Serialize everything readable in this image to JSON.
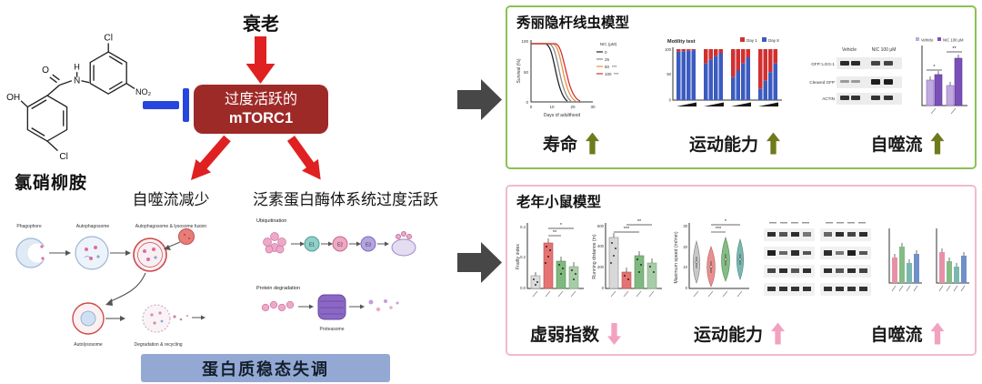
{
  "flow": {
    "aging": "衰老",
    "mtorc1_line1": "过度活跃的",
    "mtorc1_line2": "mTORC1",
    "compound": "氯硝柳胺",
    "branch_autophagy": "自噬流减少",
    "branch_ups": "泛素蛋白酶体系统过度活跃",
    "proteostasis": "蛋白质稳态失调"
  },
  "molecule": {
    "oh": "OH",
    "o": "O",
    "n": "N",
    "h": "H",
    "cl_left": "Cl",
    "cl_right": "Cl",
    "no2": "NO₂"
  },
  "autophagy": {
    "s1": "Phagophore",
    "s2": "Autophagosome",
    "s3": "Autophagosome & lysosome fusion",
    "s4": "Autolysosome",
    "s5": "Degradation & recycling"
  },
  "ups": {
    "title": "Ubiquitination",
    "e1": "E1",
    "e2": "E2",
    "e3": "E3",
    "degradation": "Protein degradation",
    "proteasome": "Proteasome"
  },
  "worm": {
    "title": "秀丽隐杆线虫模型",
    "survival": {
      "ylabel": "Survival (%)",
      "xlabel": "Days of adulthood",
      "yticks": [
        "100",
        "50",
        "0"
      ],
      "xticks": [
        "0",
        "10",
        "20",
        "30"
      ],
      "legend_title": "NIC (μM)",
      "legend": [
        {
          "label": "0",
          "sig": ""
        },
        {
          "label": "25",
          "sig": ""
        },
        {
          "label": "50",
          "sig": "***"
        },
        {
          "label": "100",
          "sig": "***"
        }
      ]
    },
    "motility": {
      "title": "Motility test",
      "legend": [
        {
          "label": "Day 1"
        },
        {
          "label": "Day 8"
        }
      ],
      "yticks": [
        "100",
        "50",
        "0"
      ]
    },
    "blot": {
      "col1": "Vehicle",
      "col2": "NIC 100 μM",
      "row1": "GFP::LGG-1",
      "row2": "Cleaved GFP",
      "row3": "ACTIN"
    },
    "flux": {
      "legend1": "Vehicle",
      "legend2": "NIC 100 μM",
      "sig1": "*",
      "sig2": "**"
    },
    "outcomes": [
      {
        "label": "寿命",
        "direction": "up"
      },
      {
        "label": "运动能力",
        "direction": "up"
      },
      {
        "label": "自噬流",
        "direction": "up"
      }
    ]
  },
  "mouse": {
    "title": "老年小鼠模型",
    "frailty": {
      "ylabel": "Frailty index",
      "yticks": [
        "0.4",
        "0.2",
        "0.0"
      ],
      "sig1": "**",
      "sig2": "*"
    },
    "running": {
      "ylabel": "Running distance (m)",
      "yticks": [
        "600",
        "400",
        "200",
        "0"
      ],
      "sig1": "***",
      "sig2": "**"
    },
    "speed": {
      "ylabel": "Maximum speed (m/min)",
      "yticks": [
        "30",
        "20",
        "10",
        "0"
      ],
      "sig1": "***",
      "sig2": "*"
    },
    "outcomes": [
      {
        "label": "虚弱指数",
        "direction": "down"
      },
      {
        "label": "运动能力",
        "direction": "up"
      },
      {
        "label": "自噬流",
        "direction": "up"
      }
    ]
  },
  "colors": {
    "mtorc1_bg": "#9E2A28",
    "flow_red": "#E02121",
    "inhibit_blue": "#2746DD",
    "block_arrow_gray": "#474747",
    "proteostasis_bg": "#93A9D4",
    "worm_border": "#8CC152",
    "worm_arrow": "#6F7A1D",
    "mouse_border": "#F2BACB",
    "mouse_arrow": "#F2A2C0"
  }
}
